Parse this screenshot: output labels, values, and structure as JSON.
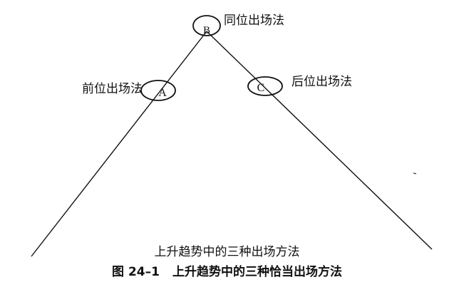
{
  "diagram": {
    "points": [
      {
        "id": "B",
        "letter": "B",
        "label": "同位出场法"
      },
      {
        "id": "A",
        "letter": "A",
        "label": "前位出场法"
      },
      {
        "id": "C",
        "letter": "C",
        "label": "后位出场法"
      }
    ],
    "subcaption": "上升趋势中的三种出场方法",
    "figure_number": "图 24–1",
    "figure_title": "上升趋势中的三种恰当出场方法"
  },
  "colors": {
    "line": "#111111",
    "background": "#ffffff"
  }
}
